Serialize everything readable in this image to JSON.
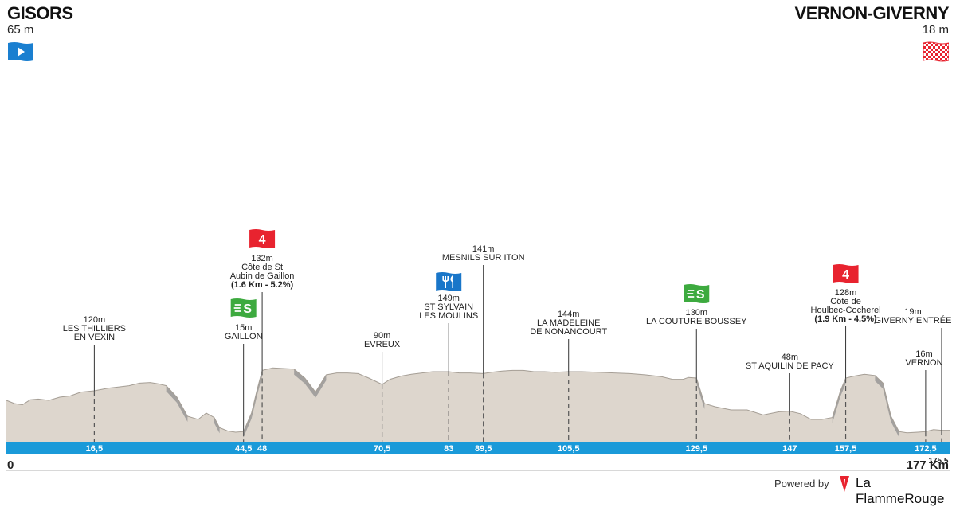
{
  "start": {
    "name": "GISORS",
    "altitude": "65 m"
  },
  "finish": {
    "name": "VERNON-GIVERNY",
    "altitude": "18 m"
  },
  "axis": {
    "zero_label": "0",
    "total_label": "177 Km"
  },
  "footer": {
    "powered_by": "Powered by",
    "brand": "La FlammeRouge"
  },
  "colors": {
    "terrain": "#ddd6cd",
    "terrain_shadow": "#8f8f8f",
    "axis_bar": "#1a9ad9",
    "km_text": "#ffffff",
    "climb_cat4": "#e8232f",
    "sprint": "#3daa3f",
    "feed": "#1976c9",
    "start_flag": "#1a7fd0",
    "finish_flag": "#e8232f"
  },
  "chart_data": {
    "type": "area",
    "title": "",
    "xlabel": "",
    "ylabel": "",
    "xlim": [
      0,
      177
    ],
    "ylim": [
      0,
      300
    ],
    "series": [
      {
        "x": [
          0,
          1.5,
          3,
          4.5,
          6,
          8,
          10,
          12,
          14,
          16.5,
          19,
          21,
          23,
          25,
          27,
          28.5,
          30,
          32,
          34,
          36,
          37.5,
          39,
          40,
          41.5,
          43,
          44.5,
          46,
          47,
          48,
          50,
          52,
          54,
          56,
          58,
          60,
          62,
          64,
          66,
          68,
          70.5,
          72,
          74,
          76,
          78,
          80,
          82,
          83,
          85,
          87,
          89.5,
          91,
          93,
          95,
          97,
          99,
          101,
          103,
          105.5,
          108,
          111,
          114,
          117,
          120,
          123,
          125,
          127,
          128,
          129.5,
          131,
          133,
          136,
          139,
          142,
          145,
          147,
          149,
          151,
          153,
          155,
          156.5,
          157.5,
          159,
          161,
          163,
          164.5,
          166,
          167.5,
          169,
          171,
          172.5,
          174,
          175.5,
          177
        ],
        "y": [
          65,
          60,
          58,
          66,
          67,
          65,
          70,
          72,
          78,
          80,
          84,
          86,
          88,
          92,
          93,
          91,
          88,
          70,
          40,
          35,
          45,
          38,
          22,
          17,
          15,
          16,
          45,
          80,
          112,
          116,
          115,
          114,
          100,
          78,
          105,
          108,
          108,
          107,
          100,
          90,
          98,
          103,
          106,
          108,
          110,
          110,
          110,
          108,
          108,
          107,
          109,
          111,
          112,
          112,
          110,
          110,
          109,
          110,
          110,
          109,
          108,
          107,
          105,
          102,
          98,
          98,
          101,
          100,
          60,
          55,
          50,
          50,
          42,
          47,
          48,
          44,
          35,
          35,
          38,
          80,
          100,
          103,
          106,
          104,
          92,
          40,
          16,
          14,
          15,
          16,
          19,
          18,
          18
        ]
      }
    ],
    "km_markers": [
      "16,5",
      "44,5",
      "48",
      "70,5",
      "83",
      "89,5",
      "105,5",
      "129,5",
      "147",
      "157,5",
      "172,5",
      "175,5"
    ],
    "waypoints": [
      {
        "km": 16.5,
        "alt": "120m",
        "lines": [
          "LES THILLIERS",
          "EN VEXIN"
        ]
      },
      {
        "km": 44.5,
        "alt": "15m",
        "lines": [
          "GAILLON"
        ],
        "icon": "sprint"
      },
      {
        "km": 48,
        "alt": "132m",
        "lines": [
          "Côte de St",
          "Aubin de Gaillon"
        ],
        "detail": "(1.6 Km - 5.2%)",
        "icon": "climb",
        "category": "4"
      },
      {
        "km": 70.5,
        "alt": "90m",
        "lines": [
          "EVREUX"
        ]
      },
      {
        "km": 83,
        "alt": "149m",
        "lines": [
          "ST SYLVAIN",
          "LES MOULINS"
        ],
        "icon": "feed"
      },
      {
        "km": 89.5,
        "alt": "141m",
        "lines": [
          "MESNILS SUR ITON"
        ]
      },
      {
        "km": 105.5,
        "alt": "144m",
        "lines": [
          "LA MADELEINE",
          "DE NONANCOURT"
        ]
      },
      {
        "km": 129.5,
        "alt": "130m",
        "lines": [
          "LA COUTURE BOUSSEY"
        ],
        "icon": "sprint"
      },
      {
        "km": 147,
        "alt": "48m",
        "lines": [
          "ST AQUILIN DE PACY"
        ]
      },
      {
        "km": 157.5,
        "alt": "128m",
        "lines": [
          "Côte de",
          "Houlbec-Cocherel"
        ],
        "detail": "(1.9 Km - 4.5%)",
        "icon": "climb",
        "category": "4"
      },
      {
        "km": 172.5,
        "alt": "16m",
        "lines": [
          "VERNON"
        ]
      },
      {
        "km": 175.5,
        "alt": "19m",
        "lines": [
          "GIVERNY ENTRÉE"
        ]
      }
    ]
  }
}
